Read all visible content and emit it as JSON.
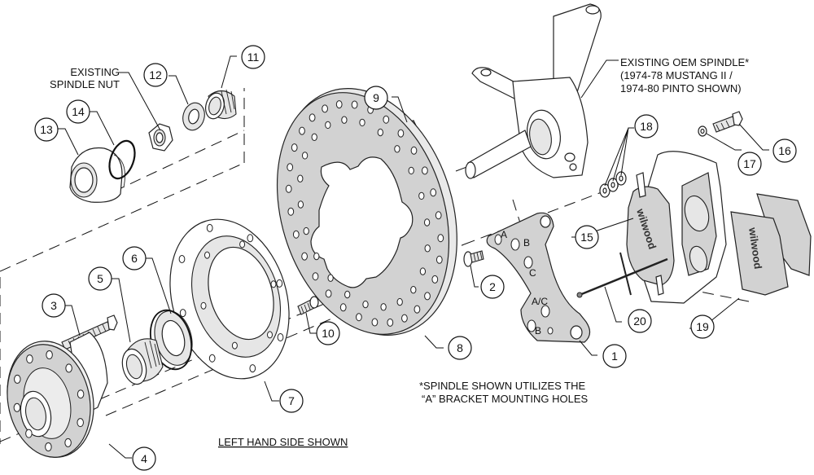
{
  "diagram": {
    "title": "Front disc brake kit exploded view",
    "notes": {
      "existing_spindle_nut": [
        "EXISTING",
        "SPINDLE NUT"
      ],
      "existing_oem_spindle": [
        "EXISTING OEM SPINDLE*",
        "(1974-78 MUSTANG II /",
        "1974-80 PINTO SHOWN)"
      ],
      "spindle_footnote": [
        "*SPINDLE SHOWN UTILIZES THE",
        "“A” BRACKET MOUNTING HOLES"
      ],
      "side_shown": "LEFT HAND SIDE SHOWN"
    },
    "bracket_hole_labels": [
      "A",
      "B",
      "C",
      "A/C",
      "B"
    ],
    "brand_marking": "wilwood",
    "callouts": [
      {
        "number": "1",
        "part": "caliper mounting bracket"
      },
      {
        "number": "2",
        "part": "bracket bolt"
      },
      {
        "number": "3",
        "part": "wheel stud"
      },
      {
        "number": "4",
        "part": "hub"
      },
      {
        "number": "5",
        "part": "inner bearing"
      },
      {
        "number": "6",
        "part": "grease seal"
      },
      {
        "number": "7",
        "part": "rotor hat adapter"
      },
      {
        "number": "8",
        "part": "drilled rotor"
      },
      {
        "number": "9",
        "part": "rotor bolt"
      },
      {
        "number": "10",
        "part": "rotor stud"
      },
      {
        "number": "11",
        "part": "outer bearing"
      },
      {
        "number": "12",
        "part": "washer"
      },
      {
        "number": "13",
        "part": "dust cap"
      },
      {
        "number": "14",
        "part": "o-ring"
      },
      {
        "number": "15",
        "part": "caliper"
      },
      {
        "number": "16",
        "part": "caliper bolt"
      },
      {
        "number": "17",
        "part": "lock washer"
      },
      {
        "number": "18",
        "part": "shims"
      },
      {
        "number": "19",
        "part": "brake pads"
      },
      {
        "number": "20",
        "part": "pad retaining pin"
      }
    ]
  }
}
